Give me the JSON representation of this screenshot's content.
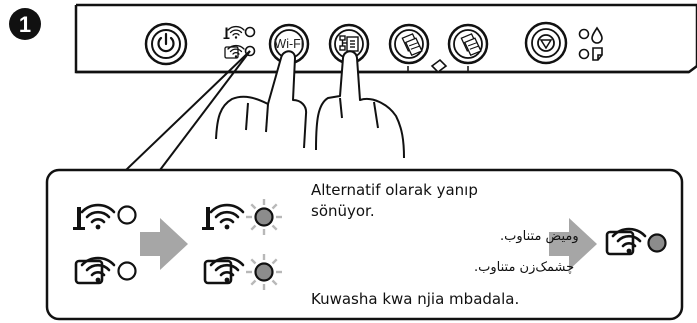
{
  "step": {
    "number": "1"
  },
  "control_panel": {
    "wifi_button_label": "Wi-Fi",
    "buttons": [
      "power",
      "wifi",
      "network-status",
      "bw-copy",
      "color-copy",
      "stop"
    ],
    "indicators": [
      "wifi-light",
      "wifi-direct-light",
      "ink-light",
      "paper-light"
    ]
  },
  "callout": {
    "states": [
      "initial-off",
      "alternating-blink",
      "final-on"
    ],
    "text_tr": "Alternatif olarak yanıp sönüyor.",
    "text_ar": "وميض متناوب.",
    "text_fa": "چشمک‌زن متناوب.",
    "text_sw": "Kuwasha kwa njia mbadala."
  },
  "colors": {
    "line": "#111111",
    "lamp_on": "#8c8c8c",
    "arrow": "#a6a6a6",
    "blink_rays": "#b8b8b8"
  }
}
